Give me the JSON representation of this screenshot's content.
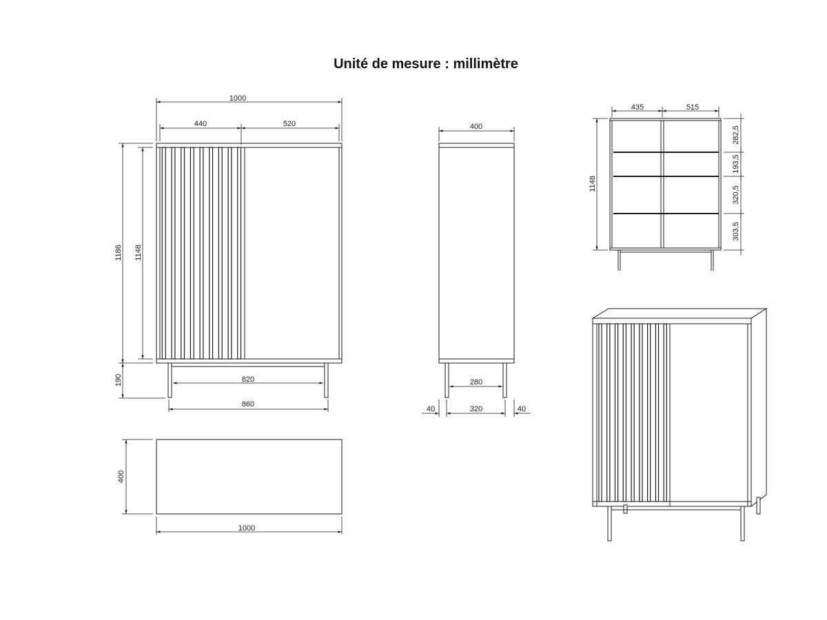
{
  "title": "Unité de mesure : millimètre",
  "front_view": {
    "width_total": "1000",
    "width_left": "440",
    "width_right": "520",
    "height_total": "1186",
    "height_body": "1148",
    "height_legs": "190",
    "leg_inner": "820",
    "leg_outer": "860"
  },
  "side_view": {
    "depth": "400",
    "leg_inner": "280",
    "offset_left": "40",
    "leg_span": "320",
    "offset_right": "40"
  },
  "top_view": {
    "depth": "400",
    "width": "1000"
  },
  "interior_view": {
    "width_left": "435",
    "width_right": "515",
    "height": "1148",
    "shelf_1": "282,5",
    "shelf_2": "193,5",
    "shelf_3": "320,5",
    "shelf_4": "303,5"
  }
}
